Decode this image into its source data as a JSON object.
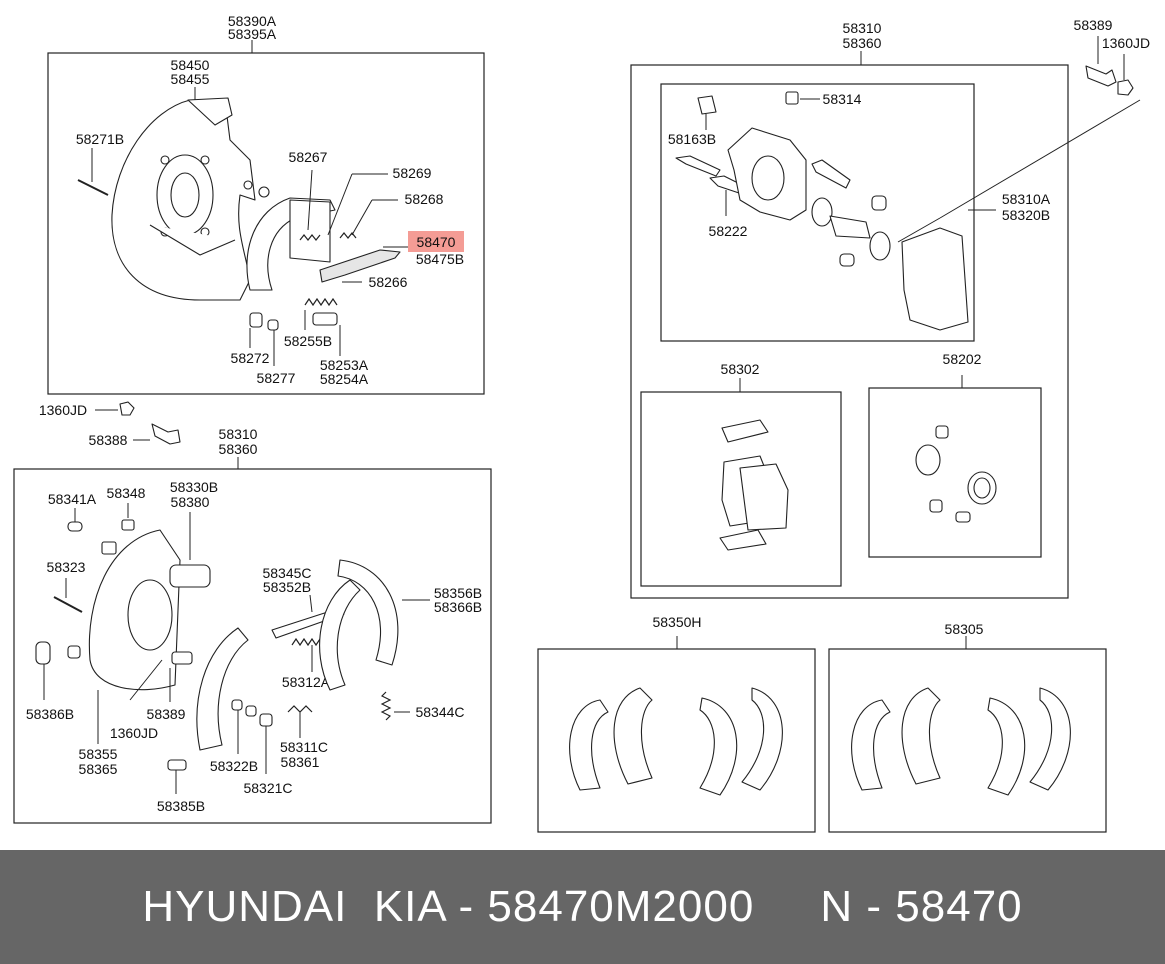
{
  "labels": {
    "top_left_group": "58390A",
    "top_left_group_alt": "58395A",
    "dust_shield": "58450",
    "dust_shield_alt": "58455",
    "pin_a": "58271B",
    "spring_267": "58267",
    "spring_269": "58269",
    "spring_268": "58268",
    "lever_highlight": "58470",
    "lever_alt": "58475B",
    "spring_266": "58266",
    "cup_272": "58272",
    "spring_255": "58255B",
    "adjuster": "58253A",
    "adjuster_alt": "58254A",
    "cup_277": "58277",
    "nut_top": "1360JD",
    "bolt_388": "58388",
    "mid_left_group": "58310",
    "mid_left_group_alt": "58360",
    "pin_341": "58341A",
    "bleeder_348": "58348",
    "wheel_cyl": "58330B",
    "wheel_cyl_alt": "58380",
    "pin_323": "58323",
    "strut_345": "58345C",
    "strut_352": "58352B",
    "shoe_356": "58356B",
    "shoe_366": "58366B",
    "spring_312": "58312A",
    "grommet_386": "58386B",
    "nut_bottom": "1360JD",
    "bolt_389": "58389",
    "plate_355": "58355",
    "plate_365": "58365",
    "spring_344": "58344C",
    "spring_311": "58311C",
    "spring_361": "58361",
    "cup_322": "58322B",
    "cup_321": "58321C",
    "cap_385": "58385B",
    "caliper_group": "58310",
    "caliper_group_alt": "58360",
    "bolt_top_right": "58389",
    "nut_top_right": "1360JD",
    "bleeder_314": "58314",
    "bolt_163": "58163B",
    "pin_222": "58222",
    "carrier": "58310A",
    "carrier_alt": "58320B",
    "pad_kit": "58302",
    "seal_kit": "58202",
    "shoe_set_h": "58350H",
    "shoe_set_305": "58305"
  },
  "highlight_color": "#f28b82",
  "footer": {
    "text": "HYUNDAI  KIA - 58470M2000     N - 58470"
  }
}
